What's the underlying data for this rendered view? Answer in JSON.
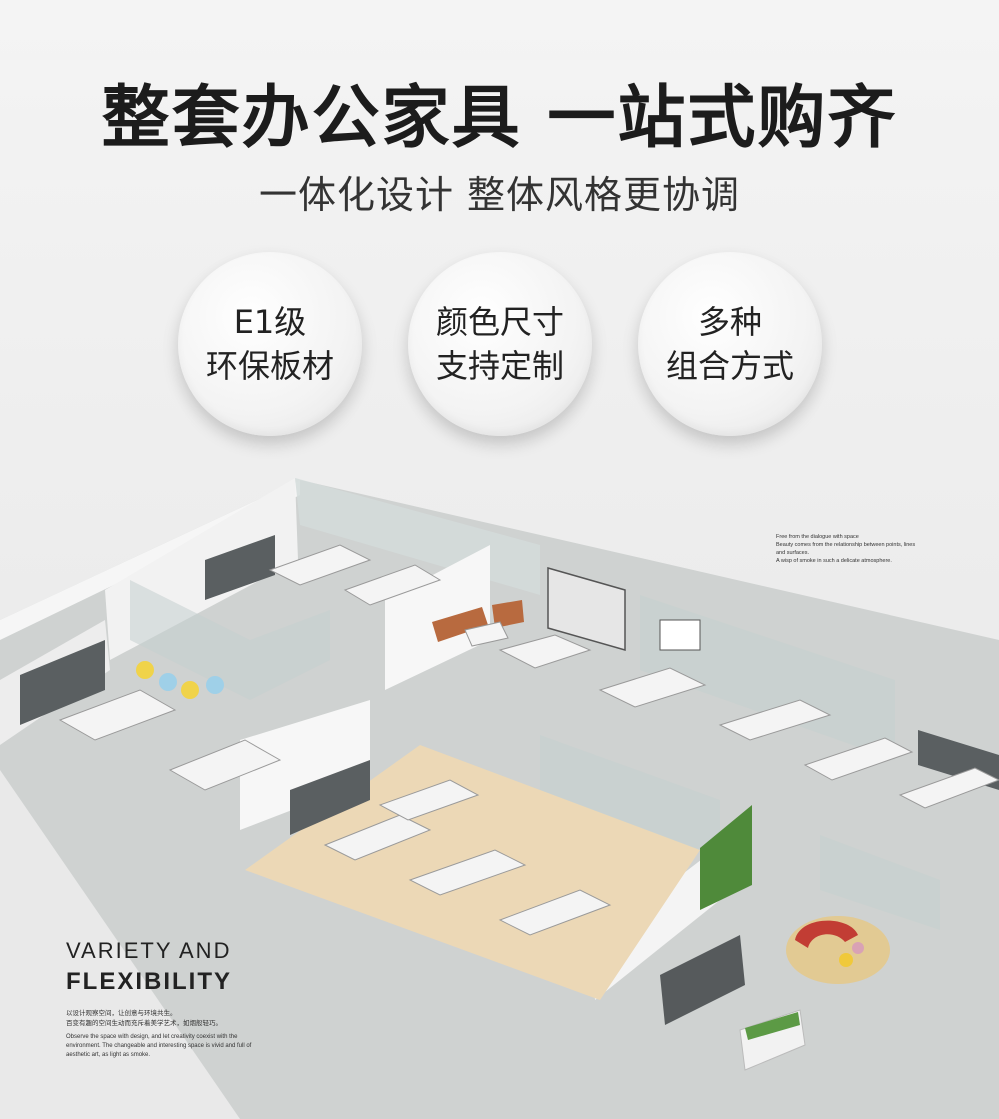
{
  "headline": "整套办公家具 一站式购齐",
  "subheadline": "一体化设计 整体风格更协调",
  "badges": [
    {
      "line1": "E1级",
      "line2": "环保板材"
    },
    {
      "line1": "颜色尺寸",
      "line2": "支持定制"
    },
    {
      "line1": "多种",
      "line2": "组合方式"
    }
  ],
  "quote": {
    "line1": "Free from the dialogue with space",
    "line2": "Beauty comes from the relationship between points, lines",
    "line3": "and surfaces.",
    "line4": "A wisp of smoke in such a delicate atmosphere."
  },
  "caption": {
    "title_line1": "VARIETY AND",
    "title_line2": "FLEXIBILITY",
    "cn_line1": "以设计观察空间，让创意与环境共生。",
    "cn_line2": "百变有趣的空间生动而充斥着美学艺术，如烟般轻巧。",
    "en_text": "Observe the space with design, and let creativity coexist with the environment. The changeable and interesting space is vivid and full of aesthetic art, as light as smoke."
  },
  "colors": {
    "floor": "#c9cccc",
    "wall": "#f4f4f4",
    "wood": "#ecd8b6",
    "glass": "#b9c7c6",
    "desk": "#f2f2f2",
    "cabinet": "#555a5c",
    "sofa": "#b86a3f",
    "red_sofa": "#c23d34",
    "plant": "#4f8a3a"
  }
}
